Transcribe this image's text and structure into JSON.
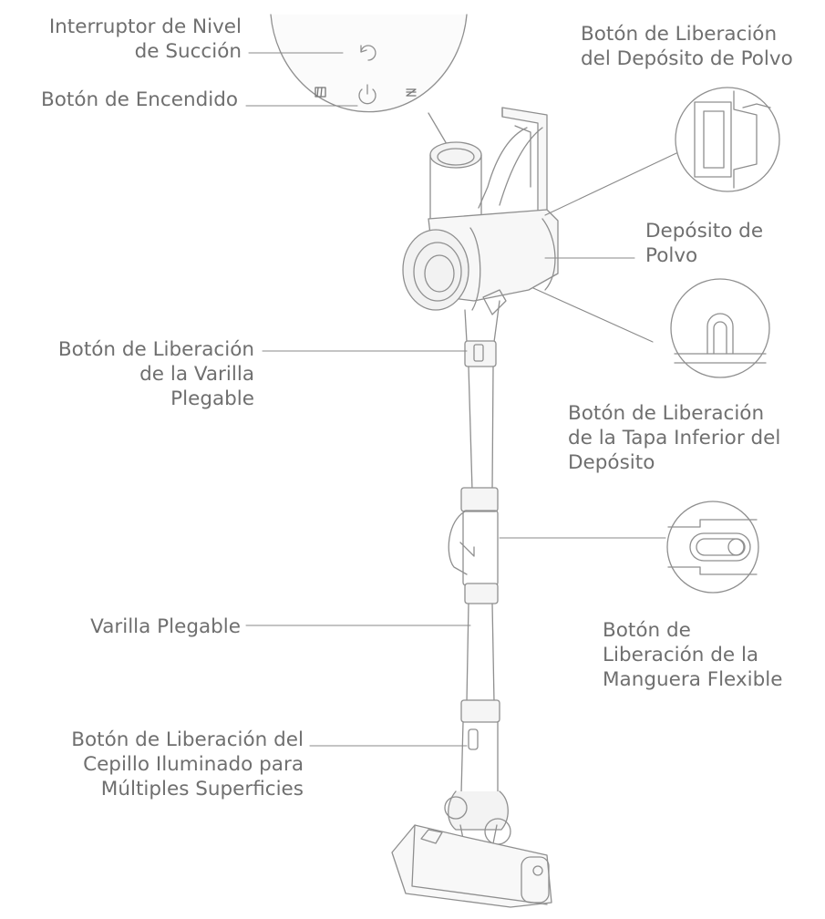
{
  "labels": {
    "suction_switch": [
      "Interruptor de Nivel",
      "de Succión"
    ],
    "power_button": "Botón de Encendido",
    "dust_release": [
      "Botón de Liberación",
      "del Depósito de Polvo"
    ],
    "dust_container": [
      "Depósito de",
      "Polvo"
    ],
    "wand_release": [
      "Botón de Liberación",
      "de la Varilla",
      "Plegable"
    ],
    "lid_release": [
      "Botón de Liberación",
      "de la Tapa Inferior del",
      "Depósito"
    ],
    "hose_release": [
      "Botón de",
      "Liberación de la",
      "Manguera Flexible"
    ],
    "folding_wand": "Varilla Plegable",
    "brush_release": [
      "Botón de Liberación del",
      "Cepillo Iluminado para",
      "Múltiples Superficies"
    ]
  },
  "icons": {
    "suction": "circular-arrows-icon",
    "power": "power-icon",
    "eco": "eco-mode-icon",
    "turbo": "turbo-mode-icon"
  },
  "colors": {
    "line": "#8a8a8a",
    "text": "#6f6f6f",
    "fill": "#f4f4f4"
  }
}
